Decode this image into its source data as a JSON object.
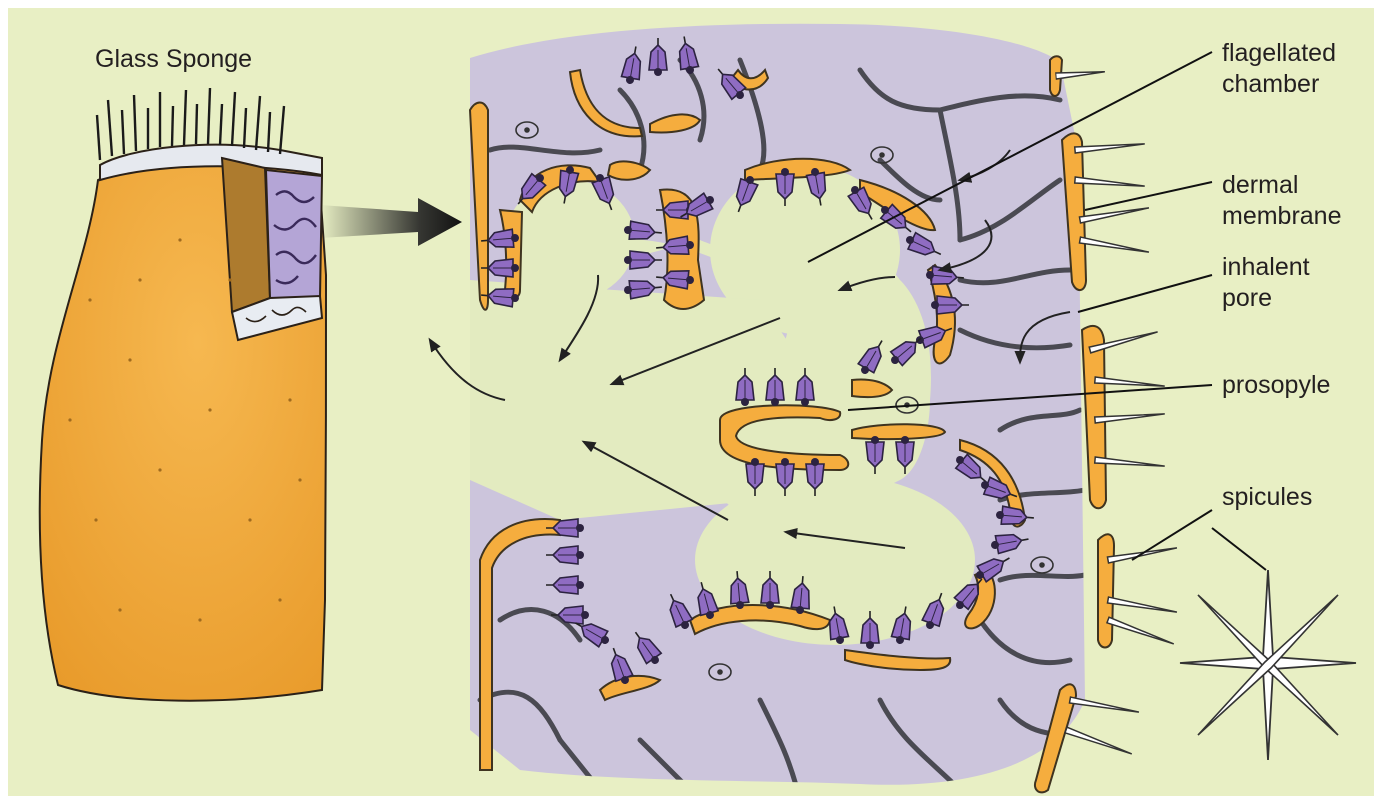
{
  "title": "Glass Sponge",
  "labels": {
    "flagellated_chamber": [
      "flagellated",
      "chamber"
    ],
    "dermal_membrane": [
      "dermal",
      "membrane"
    ],
    "inhalent_pore": [
      "inhalent",
      "pore"
    ],
    "prosopyle": "prosopyle",
    "spicules": "spicules"
  },
  "colors": {
    "background": "#e8efc4",
    "tissue": "#ccc5dc",
    "canal": "#e3ebc0",
    "sponge_body": "#f2ac3e",
    "choanocyte": "#8f6cc2",
    "membrane": "#f5ad3e",
    "line": "#3f3f45"
  }
}
